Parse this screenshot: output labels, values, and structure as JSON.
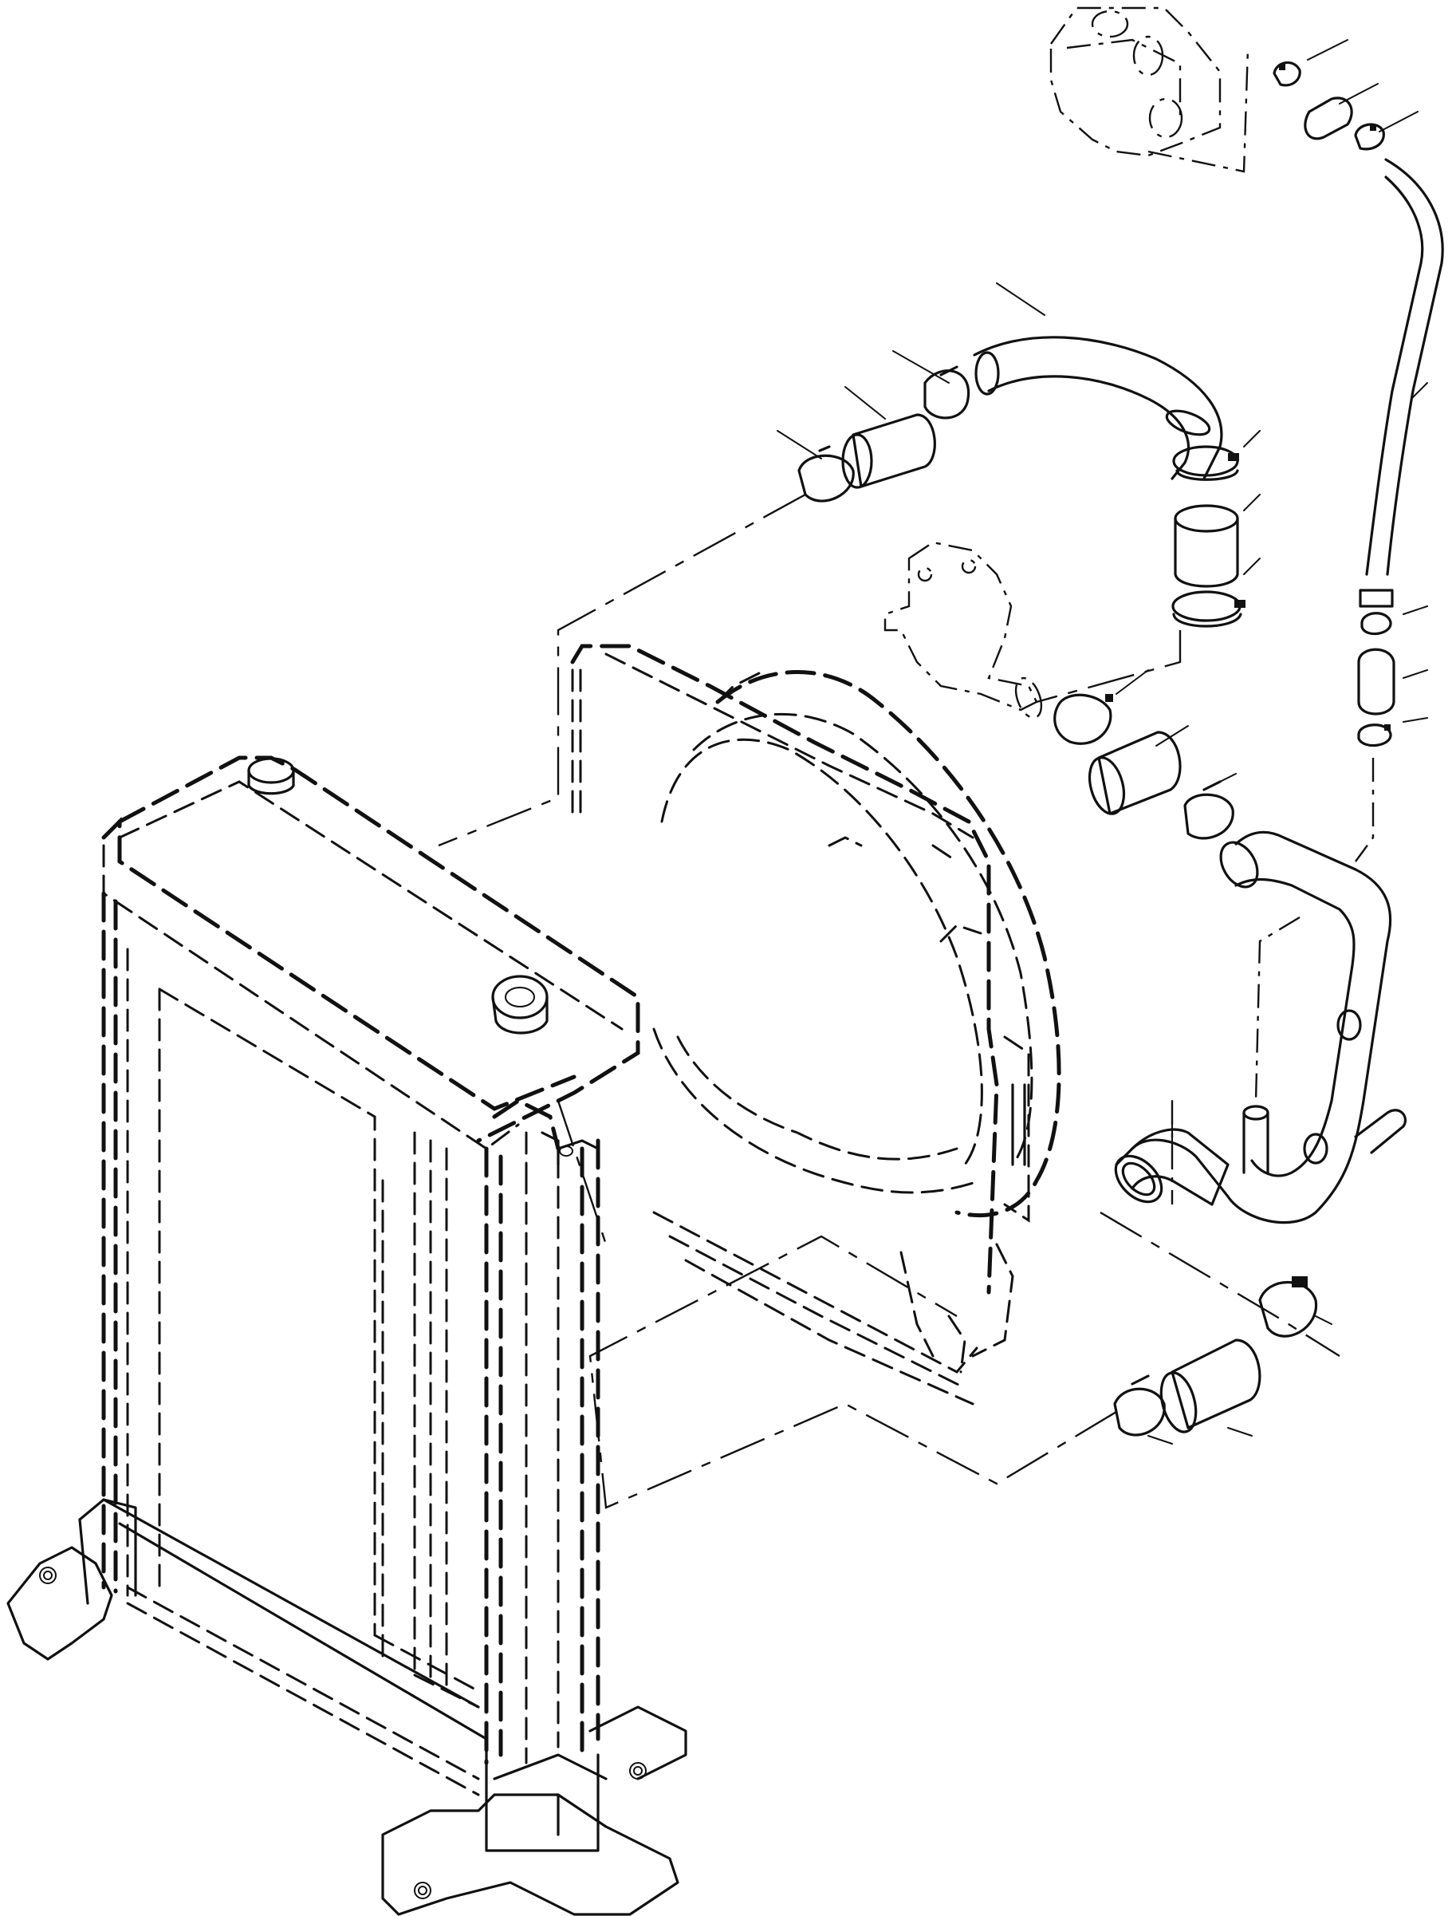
{
  "diagram": {
    "kind": "exploded parts illustration",
    "assemblies": [
      {
        "id": "radiator",
        "icon": "radiator-icon"
      },
      {
        "id": "fan-shroud",
        "icon": "fan-shroud-icon"
      },
      {
        "id": "water-pump",
        "icon": "water-pump-icon"
      },
      {
        "id": "thermostat-housing",
        "icon": "thermostat-housing-icon"
      },
      {
        "id": "upper-hose-set",
        "icon": "hose-icon"
      },
      {
        "id": "lower-hose-set",
        "icon": "hose-icon"
      },
      {
        "id": "bypass-tube",
        "icon": "tube-icon"
      },
      {
        "id": "water-pipe",
        "icon": "pipe-icon"
      }
    ],
    "line_color": "#111111",
    "background": "#ffffff"
  }
}
